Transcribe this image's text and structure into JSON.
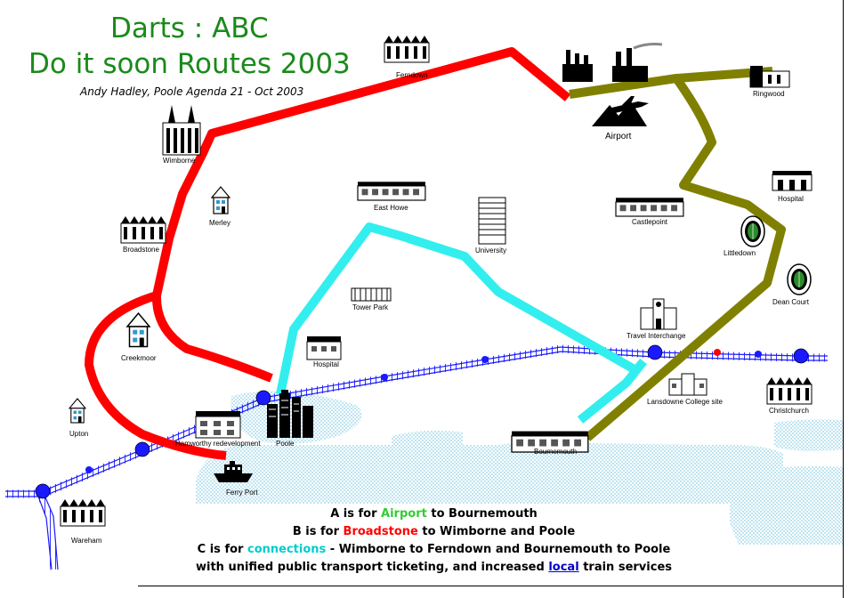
{
  "title": {
    "line1": "Darts : ABC",
    "line2": "Do it soon Routes 2003",
    "byline": "Andy Hadley, Poole Agenda 21 - Oct 2003"
  },
  "places": {
    "ferndown": "Ferndown",
    "ringwood": "Ringwood",
    "airport": "Airport",
    "wimborne": "Wimborne",
    "merley": "Merley",
    "broadstone": "Broadstone",
    "east_howe": "East Howe",
    "university": "University",
    "castlepoint": "Castlepoint",
    "hospital_east": "Hospital",
    "littledown": "Littledown",
    "dean_court": "Dean Court",
    "tower_park": "Tower Park",
    "travel_interchange": "Travel Interchange",
    "creekmoor": "Creekmoor",
    "hospital_poole": "Hospital",
    "lansdowne": "Lansdowne College site",
    "christchurch": "Christchurch",
    "upton": "Upton",
    "hamworthy": "Hamworthy redevelopment",
    "poole": "Poole",
    "bournemouth": "Bournemouth",
    "ferry_port": "Ferry Port",
    "wareham": "Wareham"
  },
  "legend": {
    "a_prefix": "A is for",
    "a_key": "Airport",
    "a_suffix": "to Bournemouth",
    "b_prefix": "B is for",
    "b_key": "Broadstone",
    "b_suffix": "to Wimborne and Poole",
    "c_prefix": "C is for",
    "c_key": "connections",
    "c_suffix": "- Wimborne to Ferndown and Bournemouth to Poole",
    "d_prefix": "with unified public transport ticketing, and increased",
    "d_key": "local",
    "d_suffix": "train services"
  },
  "routes": [
    {
      "id": "A",
      "color": "#808000"
    },
    {
      "id": "B",
      "color": "#ff0000"
    },
    {
      "id": "C",
      "color": "#33eeee"
    }
  ],
  "colors": {
    "title": "#1a8a1a",
    "railway": "#1a1aff",
    "station": "#1a1aff",
    "sea": "#dff0f6"
  },
  "icons": [
    "building-icon",
    "factory-icon",
    "airplane-icon",
    "cathedral-icon",
    "house-icon",
    "office-tower-icon",
    "stadium-icon",
    "ferry-icon"
  ]
}
